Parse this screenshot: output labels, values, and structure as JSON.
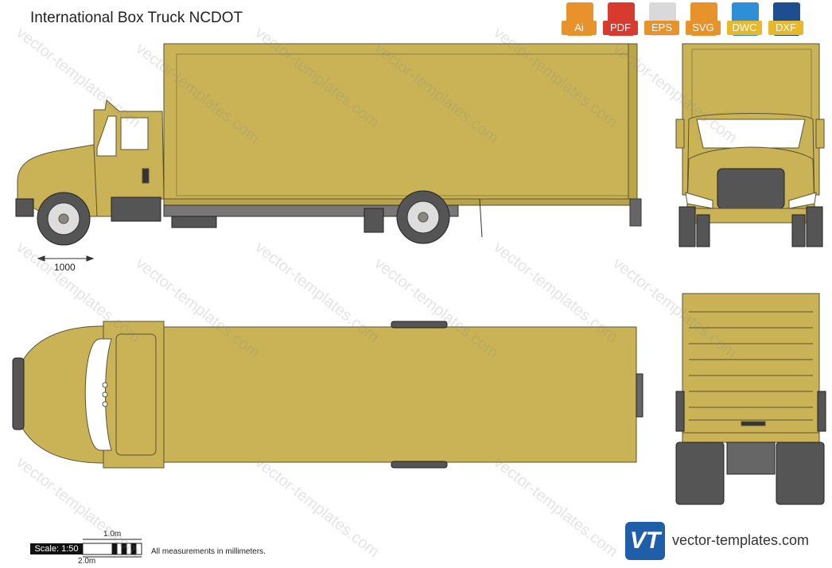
{
  "title": "International Box Truck NCDOT",
  "formats": [
    {
      "label": "Ai",
      "color": "#e8922b"
    },
    {
      "label": "PDF",
      "color": "#d83a2e"
    },
    {
      "label": "EPS",
      "color": "#e8922b"
    },
    {
      "label": "SVG",
      "color": "#e8922b"
    },
    {
      "label": "DWC",
      "color": "#2f8fd6"
    },
    {
      "label": "DXF",
      "color": "#1d4e8f"
    }
  ],
  "dimension_label": "1000",
  "scale": {
    "label": "Scale: 1:50",
    "one_meter": "1.0m",
    "two_meter": "2.0m",
    "note": "All measurements in millimeters."
  },
  "brand": {
    "logo_text": "VT",
    "text": "vector-templates.com"
  },
  "watermark_text": "vector-templates.com",
  "colors": {
    "body": "#c9b356",
    "outline": "#5a5230",
    "dark": "#555555",
    "glass": "#ffffff"
  }
}
